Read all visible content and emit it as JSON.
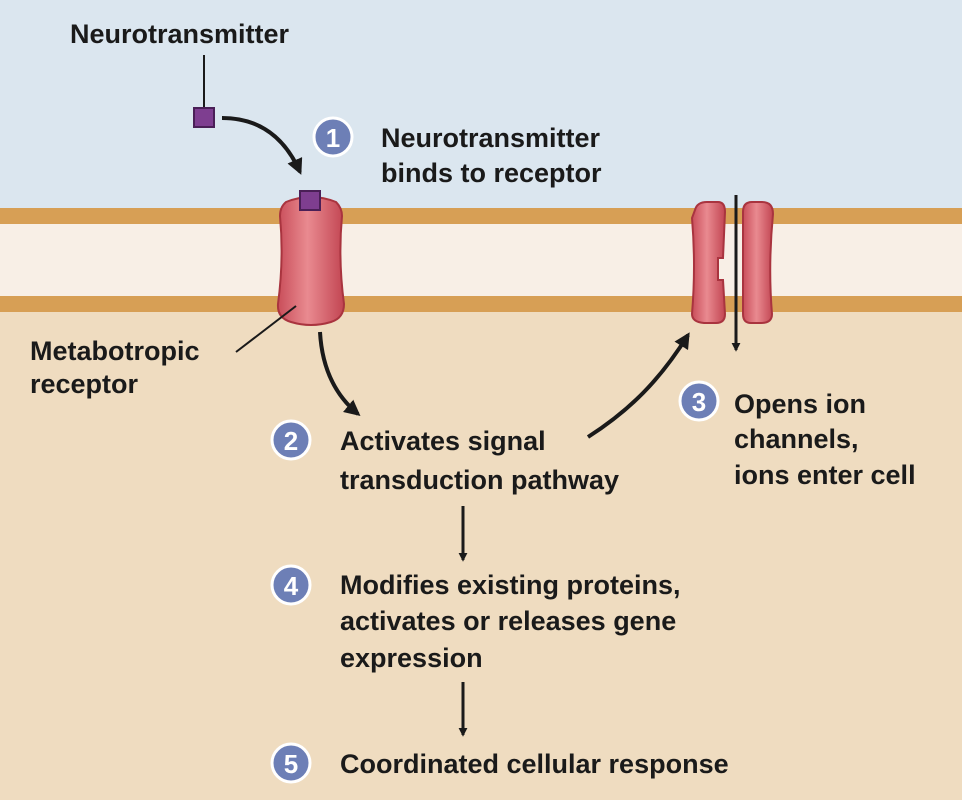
{
  "labels": {
    "neurotransmitter": "Neurotransmitter",
    "metabotropic_line1": "Metabotropic",
    "metabotropic_line2": "receptor"
  },
  "steps": [
    {
      "number": "1",
      "lines": [
        "Neurotransmitter",
        "binds to receptor"
      ]
    },
    {
      "number": "2",
      "lines": [
        "Activates signal",
        "transduction pathway"
      ]
    },
    {
      "number": "3",
      "lines": [
        "Opens ion",
        "channels,",
        "ions enter cell"
      ]
    },
    {
      "number": "4",
      "lines": [
        "Modifies existing proteins,",
        "activates or releases gene",
        "expression"
      ]
    },
    {
      "number": "5",
      "lines": [
        "Coordinated cellular response"
      ]
    }
  ],
  "colors": {
    "extracellular": "#dbe6ef",
    "intracellular": "#efdcc0",
    "membrane_band": "#d79f55",
    "membrane_core": "#f8efe6",
    "receptor": "#d9646e",
    "ligand": "#7e3e90",
    "step_circle": "#6d7fb6",
    "arrow": "#1a1a1a"
  }
}
